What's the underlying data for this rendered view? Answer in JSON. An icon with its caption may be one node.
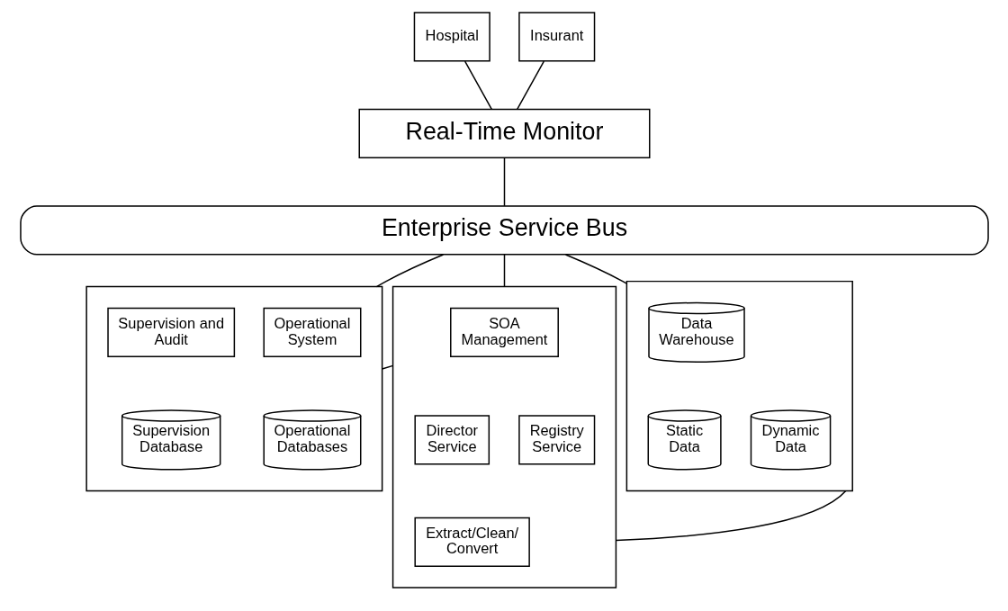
{
  "diagram": {
    "nodes": [
      {
        "text": [
          "Hospital"
        ]
      },
      {
        "text": [
          "Insurant"
        ]
      },
      {
        "text": [
          "Real-Time Monitor"
        ]
      },
      {
        "text": [
          "Enterprise Service Bus"
        ]
      },
      {
        "text": [],
        "shape": "box"
      },
      {
        "text": [
          "Operational System"
        ],
        "in": 4
      },
      {
        "text": [
          "Supervision and Audit"
        ],
        "in": 4
      },
      {
        "text": [
          "Operational Databases"
        ],
        "in": 4
      },
      {
        "text": [
          "Supervision Database"
        ],
        "in": 4
      },
      {
        "text": [],
        "shape": "box"
      },
      {
        "text": [
          "SOA Management"
        ],
        "in": 9
      },
      {
        "text": [
          "Director Service"
        ],
        "in": 9
      },
      {
        "text": [
          "Registry Service"
        ],
        "in": 9
      },
      {
        "text": [
          "Extract/Clean/ Convert"
        ],
        "in": 9
      },
      {
        "text": [],
        "shape": "box"
      },
      {
        "text": [
          "Data Warehouse"
        ],
        "in": 14
      },
      {
        "text": [
          "Static Data"
        ],
        "in": 14
      },
      {
        "text": [
          "Dynamic Data"
        ],
        "in": 14
      }
    ],
    "edges": [
      {
        "from": 0,
        "to": 2,
        "arrow": "none"
      },
      {
        "from": 1,
        "to": 2,
        "arrow": "none"
      },
      {
        "from": 2,
        "to": 3,
        "arrow": "none"
      },
      {
        "from": 3,
        "to": 4,
        "arrow": "none"
      },
      {
        "from": 3,
        "to": 9,
        "arrow": "none"
      },
      {
        "from": 3,
        "to": 14,
        "arrow": "none"
      },
      {
        "from": 4,
        "to": 9,
        "arrow": "none"
      },
      {
        "from": 9,
        "to": 14,
        "arrow": "none"
      }
    ]
  }
}
